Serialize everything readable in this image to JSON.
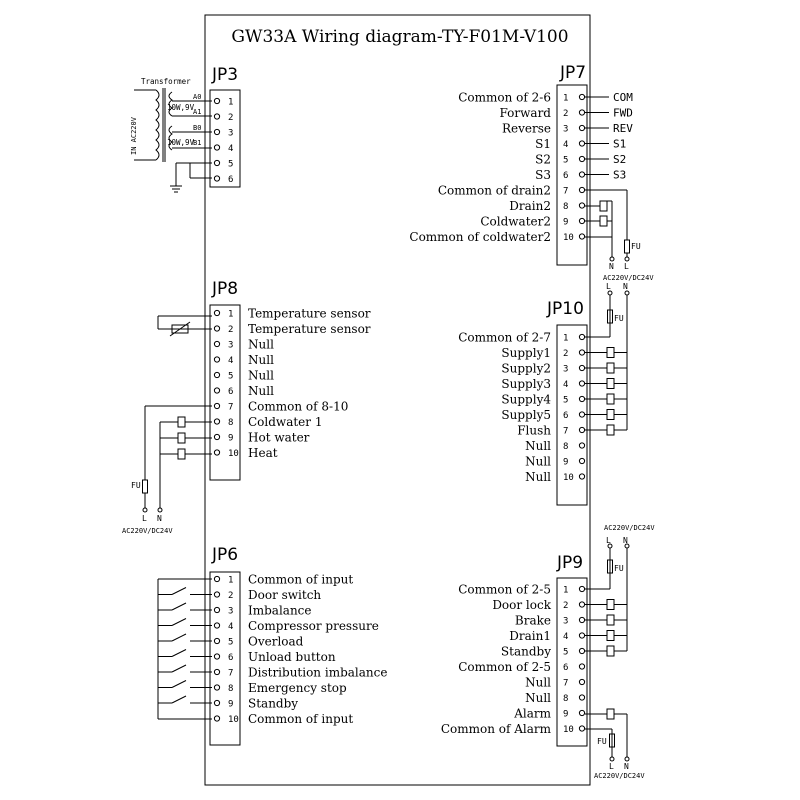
{
  "title": "GW33A Wiring diagram-TY-F01M-V100",
  "transformer": {
    "label": "Transformer",
    "input_label": "IN AC220V",
    "winding_a": "10W,9V",
    "winding_b": "10W,9V",
    "taps": [
      "A0",
      "A1",
      "B0",
      "B1"
    ]
  },
  "jp3": {
    "name": "JP3",
    "pins": [
      "1",
      "2",
      "3",
      "4",
      "5",
      "6"
    ]
  },
  "jp7": {
    "name": "JP7",
    "pins": [
      {
        "num": "1",
        "label": "Common of 2-6",
        "ext": "COM"
      },
      {
        "num": "2",
        "label": "Forward",
        "ext": "FWD"
      },
      {
        "num": "3",
        "label": "Reverse",
        "ext": "REV"
      },
      {
        "num": "4",
        "label": "S1",
        "ext": "S1"
      },
      {
        "num": "5",
        "label": "S2",
        "ext": "S2"
      },
      {
        "num": "6",
        "label": "S3",
        "ext": "S3"
      },
      {
        "num": "7",
        "label": "Common of drain2",
        "ext": ""
      },
      {
        "num": "8",
        "label": "Drain2",
        "ext": ""
      },
      {
        "num": "9",
        "label": "Coldwater2",
        "ext": ""
      },
      {
        "num": "10",
        "label": "Common of coldwater2",
        "ext": ""
      }
    ],
    "fuse": "FU",
    "n": "N",
    "l": "L",
    "supply": "AC220V/DC24V"
  },
  "jp8": {
    "name": "JP8",
    "pins": [
      {
        "num": "1",
        "label": "Temperature sensor"
      },
      {
        "num": "2",
        "label": "Temperature sensor"
      },
      {
        "num": "3",
        "label": "Null"
      },
      {
        "num": "4",
        "label": "Null"
      },
      {
        "num": "5",
        "label": "Null"
      },
      {
        "num": "6",
        "label": "Null"
      },
      {
        "num": "7",
        "label": "Common of 8-10"
      },
      {
        "num": "8",
        "label": "Coldwater 1"
      },
      {
        "num": "9",
        "label": "Hot water"
      },
      {
        "num": "10",
        "label": "Heat"
      }
    ],
    "fuse": "FU",
    "l": "L",
    "n": "N",
    "supply": "AC220V/DC24V"
  },
  "jp10": {
    "name": "JP10",
    "pins": [
      {
        "num": "1",
        "label": "Common of 2-7"
      },
      {
        "num": "2",
        "label": "Supply1"
      },
      {
        "num": "3",
        "label": "Supply2"
      },
      {
        "num": "4",
        "label": "Supply3"
      },
      {
        "num": "5",
        "label": "Supply4"
      },
      {
        "num": "6",
        "label": "Supply5"
      },
      {
        "num": "7",
        "label": "Flush"
      },
      {
        "num": "8",
        "label": "Null"
      },
      {
        "num": "9",
        "label": "Null"
      },
      {
        "num": "10",
        "label": "Null"
      }
    ],
    "fuse": "FU",
    "l": "L",
    "n": "N"
  },
  "jp6": {
    "name": "JP6",
    "pins": [
      {
        "num": "1",
        "label": "Common of input"
      },
      {
        "num": "2",
        "label": "Door switch"
      },
      {
        "num": "3",
        "label": "Imbalance"
      },
      {
        "num": "4",
        "label": "Compressor pressure"
      },
      {
        "num": "5",
        "label": "Overload"
      },
      {
        "num": "6",
        "label": "Unload button"
      },
      {
        "num": "7",
        "label": "Distribution imbalance"
      },
      {
        "num": "8",
        "label": "Emergency stop"
      },
      {
        "num": "9",
        "label": "Standby"
      },
      {
        "num": "10",
        "label": "Common of input"
      }
    ]
  },
  "jp9": {
    "name": "JP9",
    "supply_top": "AC220V/DC24V",
    "pins": [
      {
        "num": "1",
        "label": "Common of 2-5"
      },
      {
        "num": "2",
        "label": "Door lock"
      },
      {
        "num": "3",
        "label": "Brake"
      },
      {
        "num": "4",
        "label": "Drain1"
      },
      {
        "num": "5",
        "label": "Standby"
      },
      {
        "num": "6",
        "label": "Common of 2-5"
      },
      {
        "num": "7",
        "label": "Null"
      },
      {
        "num": "8",
        "label": "Null"
      },
      {
        "num": "9",
        "label": "Alarm"
      },
      {
        "num": "10",
        "label": "Common of Alarm"
      }
    ],
    "fuse_top": "FU",
    "fuse_bottom": "FU",
    "l": "L",
    "n": "N",
    "supply_bottom": "AC220V/DC24V"
  }
}
